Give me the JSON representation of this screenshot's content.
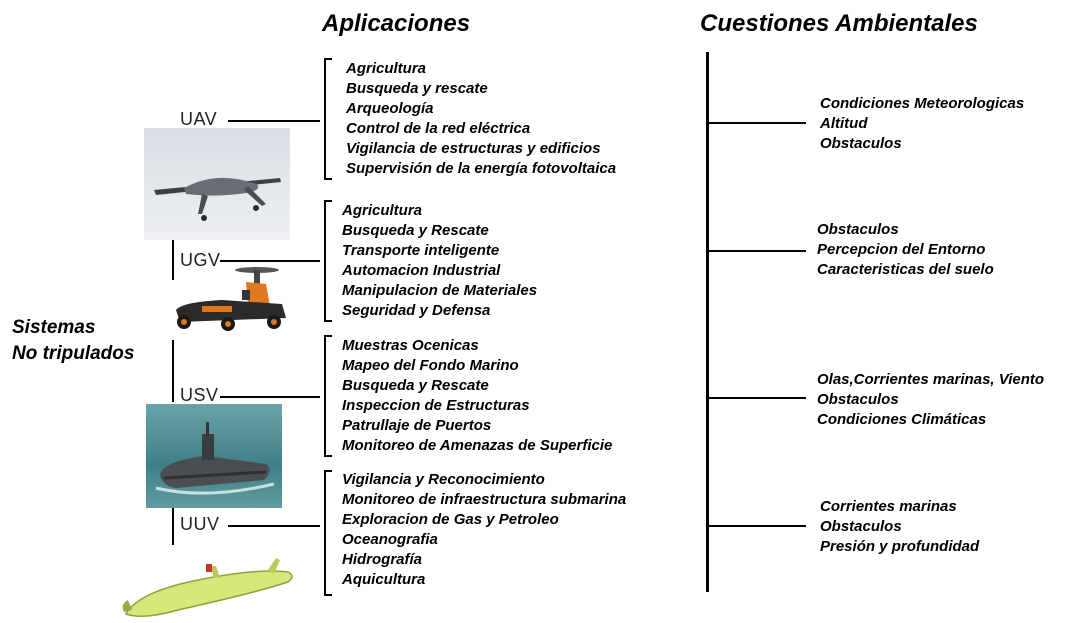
{
  "headers": {
    "applications": "Aplicaciones",
    "environmental": "Cuestiones Ambientales"
  },
  "system_title": [
    "Sistemas",
    "No tripulados"
  ],
  "systems": [
    {
      "label": "UAV",
      "applications": [
        "Agricultura",
        "Busqueda y rescate",
        "Arqueología",
        "Control de la red eléctrica",
        "Vigilancia de estructuras y edificios",
        "Supervisión de la energía fotovoltaica"
      ],
      "environmental": [
        "Condiciones Meteorologicas",
        "Altitud",
        "Obstaculos"
      ]
    },
    {
      "label": "UGV",
      "applications": [
        "Agricultura",
        "Busqueda y Rescate",
        "Transporte inteligente",
        "Automacion Industrial",
        "Manipulacion de Materiales",
        "Seguridad y Defensa"
      ],
      "environmental": [
        "Obstaculos",
        "Percepcion del Entorno",
        "Caracteristicas del suelo"
      ]
    },
    {
      "label": "USV",
      "applications": [
        "Muestras Ocenicas",
        "Mapeo del Fondo Marino",
        "Busqueda y Rescate",
        "Inspeccion de Estructuras",
        "Patrullaje de Puertos",
        "Monitoreo de Amenazas de Superficie"
      ],
      "environmental": [
        "Olas,Corrientes marinas, Viento",
        "Obstaculos",
        "Condiciones Climáticas"
      ]
    },
    {
      "label": "UUV",
      "applications": [
        "Vigilancia y Reconocimiento",
        "Monitoreo de infraestructura submarina",
        "Exploracion de Gas y Petroleo",
        "Oceanografia",
        "Hidrografía",
        "Aquicultura"
      ],
      "environmental": [
        "Corrientes marinas",
        "Obstaculos",
        "Presión y profundidad"
      ]
    }
  ],
  "photos": [
    "drone-photo",
    "ground-robot-photo",
    "surface-vessel-photo",
    "underwater-vehicle-photo"
  ]
}
